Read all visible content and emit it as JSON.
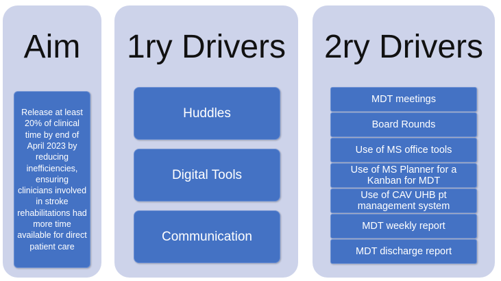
{
  "aim": {
    "title": "Aim",
    "text": "Release at least 20% of clinical time by end of April 2023 by reducing inefficiencies, ensuring clinicians involved in stroke rehabilitations had more time available for direct patient care"
  },
  "primary_drivers": {
    "title": "1ry Drivers",
    "items": [
      {
        "label": "Huddles"
      },
      {
        "label": "Digital Tools"
      },
      {
        "label": "Communication"
      }
    ]
  },
  "secondary_drivers": {
    "title": "2ry Drivers",
    "items": [
      {
        "label": "MDT meetings"
      },
      {
        "label": "Board Rounds"
      },
      {
        "label": "Use of MS office tools"
      },
      {
        "label": "Use of MS Planner for a Kanban for MDT"
      },
      {
        "label": "Use of CAV UHB pt management system"
      },
      {
        "label": "MDT weekly report"
      },
      {
        "label": "MDT discharge report"
      }
    ]
  },
  "colors": {
    "panel_background": "#cdd3ea",
    "box_fill": "#4472c4",
    "box_text": "#ffffff",
    "title_text": "#111111"
  }
}
